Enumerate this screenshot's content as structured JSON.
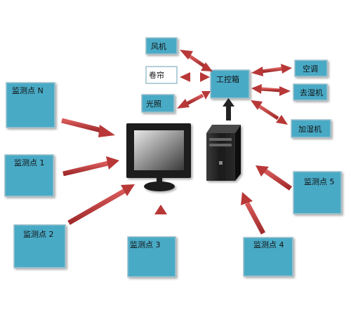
{
  "monitoring_points": {
    "n": "监测点 N",
    "p1": "监测点 1",
    "p2": "监测点 2",
    "p3": "监测点 3",
    "p4": "监测点 4",
    "p5": "监测点 5"
  },
  "controller": {
    "label": "工控箱"
  },
  "devices": {
    "fan": "风机",
    "shade": "卷帘",
    "light": "光照",
    "ac": "空调",
    "dehumidifier": "去湿机",
    "humidifier": "加湿机"
  },
  "colors": {
    "box_fill": "#4aaac6",
    "box_border": "#9cc0cc",
    "arrow_red": "#b83838",
    "arrow_black": "#222222",
    "device_text_bg": "#ffffff"
  }
}
